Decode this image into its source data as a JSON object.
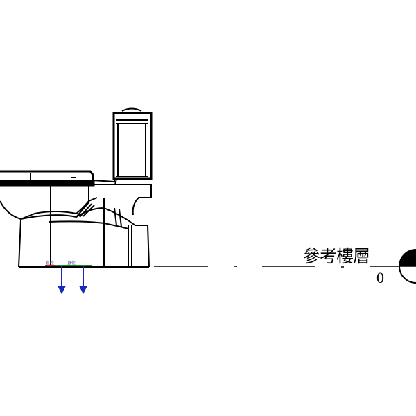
{
  "level": {
    "name": "參考樓層",
    "elevation": "0"
  },
  "pipes": [
    {
      "tag": "直徑",
      "color": "#2a2ac0"
    },
    {
      "tag": "直徑",
      "color": "#2a2ac0"
    }
  ],
  "colors": {
    "line": "#000000",
    "connector_green": "#1e8a1e",
    "connector_red": "#c02020",
    "arrow": "#1a2ab8"
  }
}
